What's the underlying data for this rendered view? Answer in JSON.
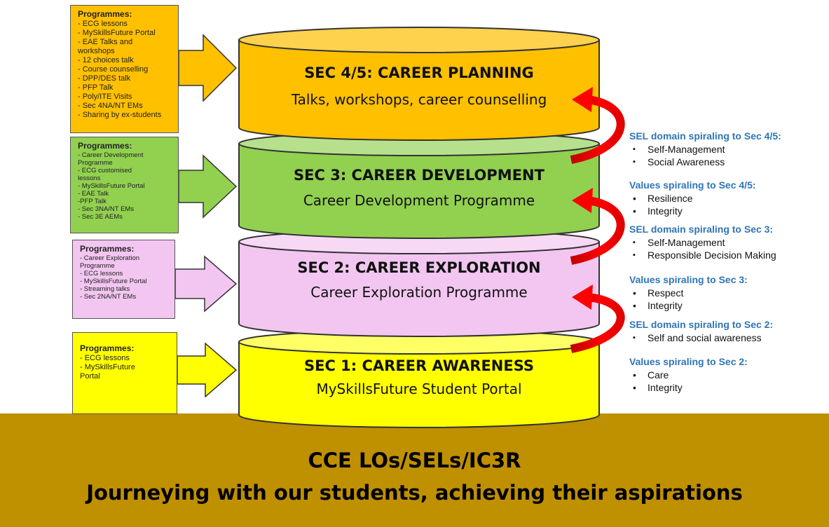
{
  "tiers": [
    {
      "title": "SEC 4/5: CAREER PLANNING",
      "subtitle": "Talks, workshops, career counselling",
      "color": "#ffc000"
    },
    {
      "title": "SEC 3: CAREER DEVELOPMENT",
      "subtitle": "Career Development Programme",
      "color": "#92d050"
    },
    {
      "title": "SEC 2: CAREER EXPLORATION",
      "subtitle": "Career Exploration Programme",
      "color": "#f2c6f0"
    },
    {
      "title": "SEC 1: CAREER AWARENESS",
      "subtitle": "MySkillsFuture Student Portal",
      "color": "#ffff00"
    }
  ],
  "programmes": [
    {
      "title": "Programmes:",
      "items": [
        "- ECG lessons",
        "- MySkillsFuture Portal",
        "- EAE Talks and",
        "workshops",
        "- 12 choices talk",
        "- Course counselling",
        "- DPP/DES talk",
        "- PFP Talk",
        "- Poly/ITE Visits",
        "- Sec 4NA/NT EMs",
        "- Sharing by ex-students"
      ]
    },
    {
      "title": "Programmes:",
      "items": [
        "- Career Development",
        "Programme",
        "- ECG customised",
        "lessons",
        "- MySkillsFuture Portal",
        "- EAE Talk",
        "-PFP Talk",
        "- Sec 3NA/NT EMs",
        "- Sec 3E AEMs"
      ]
    },
    {
      "title": "Programmes:",
      "items": [
        "- Career Exploration",
        "Programme",
        "- ECG lessons",
        "- MySkillsFuture Portal",
        "- Streaming talks",
        "- Sec 2NA/NT EMs"
      ]
    },
    {
      "title": "Programmes:",
      "items": [
        "- ECG lessons",
        "- MySkillsFuture",
        "Portal"
      ]
    }
  ],
  "side_groups": [
    {
      "heading": "SEL domain spiraling to Sec 4/5:",
      "marker": "▪",
      "items": [
        "Self-Management",
        "Social Awareness"
      ]
    },
    {
      "heading": "Values spiraling to Sec 4/5:",
      "marker": "•",
      "items": [
        "Resilience",
        "Integrity"
      ]
    },
    {
      "heading": "SEL domain spiraling to Sec 3:",
      "marker": "▪",
      "items": [
        "Self-Management",
        "Responsible Decision Making"
      ]
    },
    {
      "heading": "Values spiraling to Sec 3:",
      "marker": "•",
      "items": [
        "Respect",
        "Integrity"
      ]
    },
    {
      "heading": "SEL domain spiraling to Sec 2:",
      "marker": "▪",
      "items": [
        "Self and social awareness"
      ]
    },
    {
      "heading": "Values spiraling to Sec 2:",
      "marker": "•",
      "items": [
        "Care",
        "Integrity"
      ]
    }
  ],
  "base": {
    "line1": "CCE LOs/SELs/IC3R",
    "line2": "Journeying with our students, achieving their aspirations",
    "color": "#bf9000"
  },
  "colors": {
    "arrow_red": "#ff0000",
    "outline": "#333333",
    "heading_blue": "#2e75b6"
  }
}
